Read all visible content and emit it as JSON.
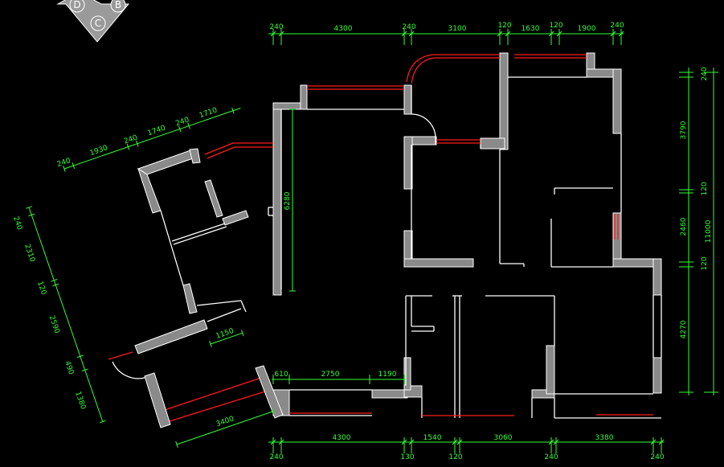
{
  "compass": {
    "labels": [
      "D",
      "B",
      "C"
    ]
  },
  "dimensions": {
    "top": [
      "240",
      "4300",
      "240",
      "3100",
      "120",
      "1630",
      "120",
      "1900",
      "240"
    ],
    "bottom_upper": [
      "610",
      "2750",
      "1190"
    ],
    "bottom_mid": [
      "4300",
      "1540",
      "3060",
      "3380"
    ],
    "bottom_low": [
      "240",
      "130",
      "120",
      "240",
      "240"
    ],
    "right_inner": [
      "240",
      "3790",
      "120",
      "2460",
      "120",
      "4270"
    ],
    "right_total": "11000",
    "interior_vertical": "6280",
    "wing_top": [
      "240",
      "1930",
      "240",
      "1740",
      "240",
      "1710"
    ],
    "wing_left": [
      "240",
      "2310",
      "120",
      "2590",
      "490",
      "1380"
    ],
    "wing_inner": "1150",
    "wing_bottom": "3400"
  },
  "colors": {
    "dimension": "#33ff33",
    "window": "#ff1a1a",
    "wall_fill": "#8a8a8a",
    "line": "#ffffff",
    "background": "#000000"
  }
}
